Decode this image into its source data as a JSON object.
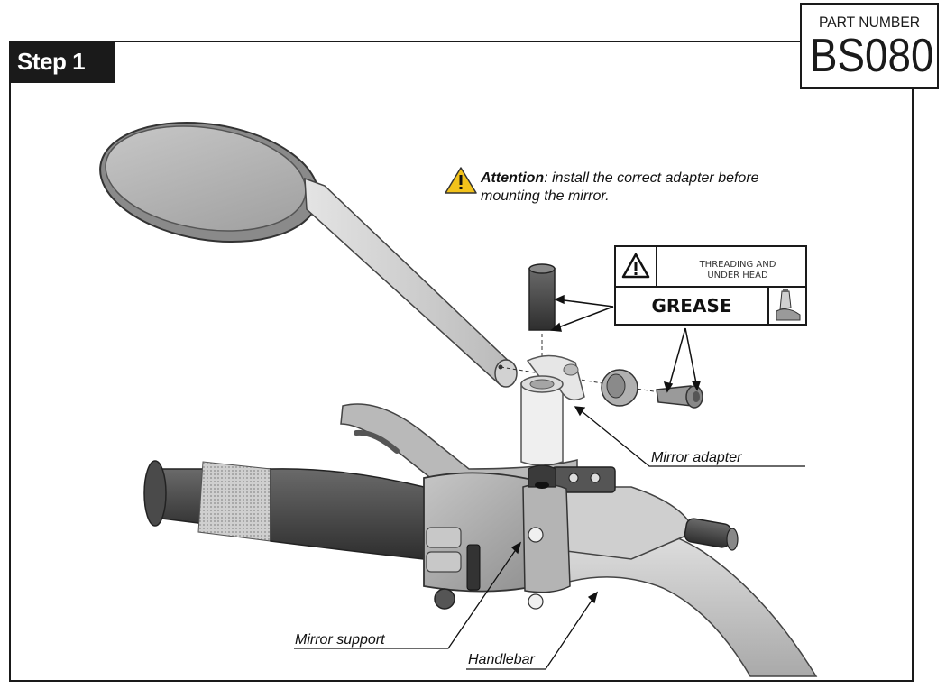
{
  "header": {
    "step_label": "Step 1",
    "part_number_label": "PART NUMBER",
    "part_number": "BS080"
  },
  "attention": {
    "lead": "Attention",
    "text_line1": ": install the correct adapter before",
    "text_line2": "mounting the mirror."
  },
  "grease_panel": {
    "threading_line1": "THREADING AND",
    "threading_line2": "UNDER HEAD",
    "grease_label": "GREASE",
    "warning_icon": "warning-triangle-icon",
    "grease_icon": "grease-tube-icon"
  },
  "callouts": {
    "mirror_adapter": "Mirror adapter",
    "mirror_support": "Mirror support",
    "handlebar": "Handlebar"
  },
  "colors": {
    "ink": "#1a1a1a",
    "warning_yellow": "#f2c21b",
    "part_grey": "#b8b8b8"
  }
}
